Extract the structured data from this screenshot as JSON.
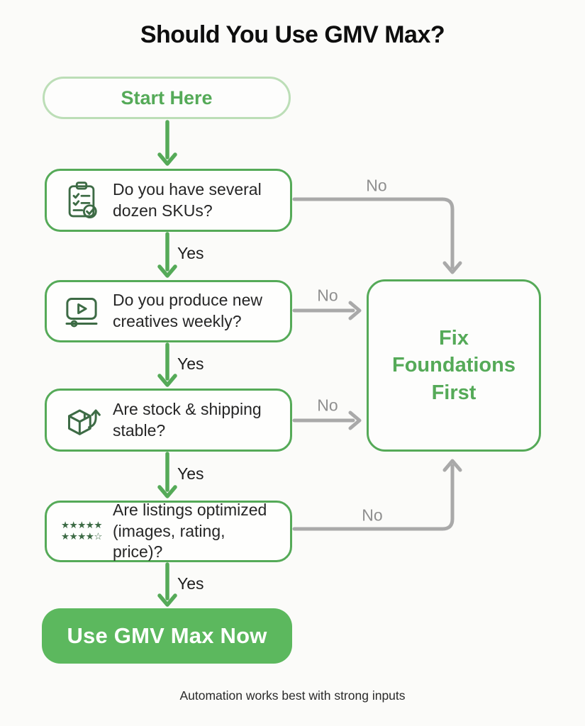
{
  "title": "Should You Use GMV Max?",
  "start": {
    "label": "Start Here"
  },
  "labels": {
    "yes": "Yes",
    "no": "No"
  },
  "questions": [
    {
      "icon": "checklist-clipboard-icon",
      "text": "Do you have several dozen SKUs?"
    },
    {
      "icon": "video-creative-icon",
      "text": "Do you produce new creatives weekly?"
    },
    {
      "icon": "shipping-box-icon",
      "text": "Are stock & shipping stable?"
    },
    {
      "icon": "star-rating-icon",
      "text": "Are listings optimized (images, rating, price)?",
      "stars_row1": "★★★★★",
      "stars_row2": "★★★★☆"
    }
  ],
  "outcomes": {
    "fix_foundations": "Fix Foundations First",
    "use_gmv_max": "Use GMV Max Now"
  },
  "footer": "Automation works best with strong inputs",
  "colors": {
    "green": "#55aa58",
    "green_fill": "#5cb85e",
    "light_green_border": "#bcdeb7",
    "gray_arrow": "#a9a9a9",
    "gray_label": "#8f8f8f",
    "dark_icon": "#3d6b45"
  }
}
